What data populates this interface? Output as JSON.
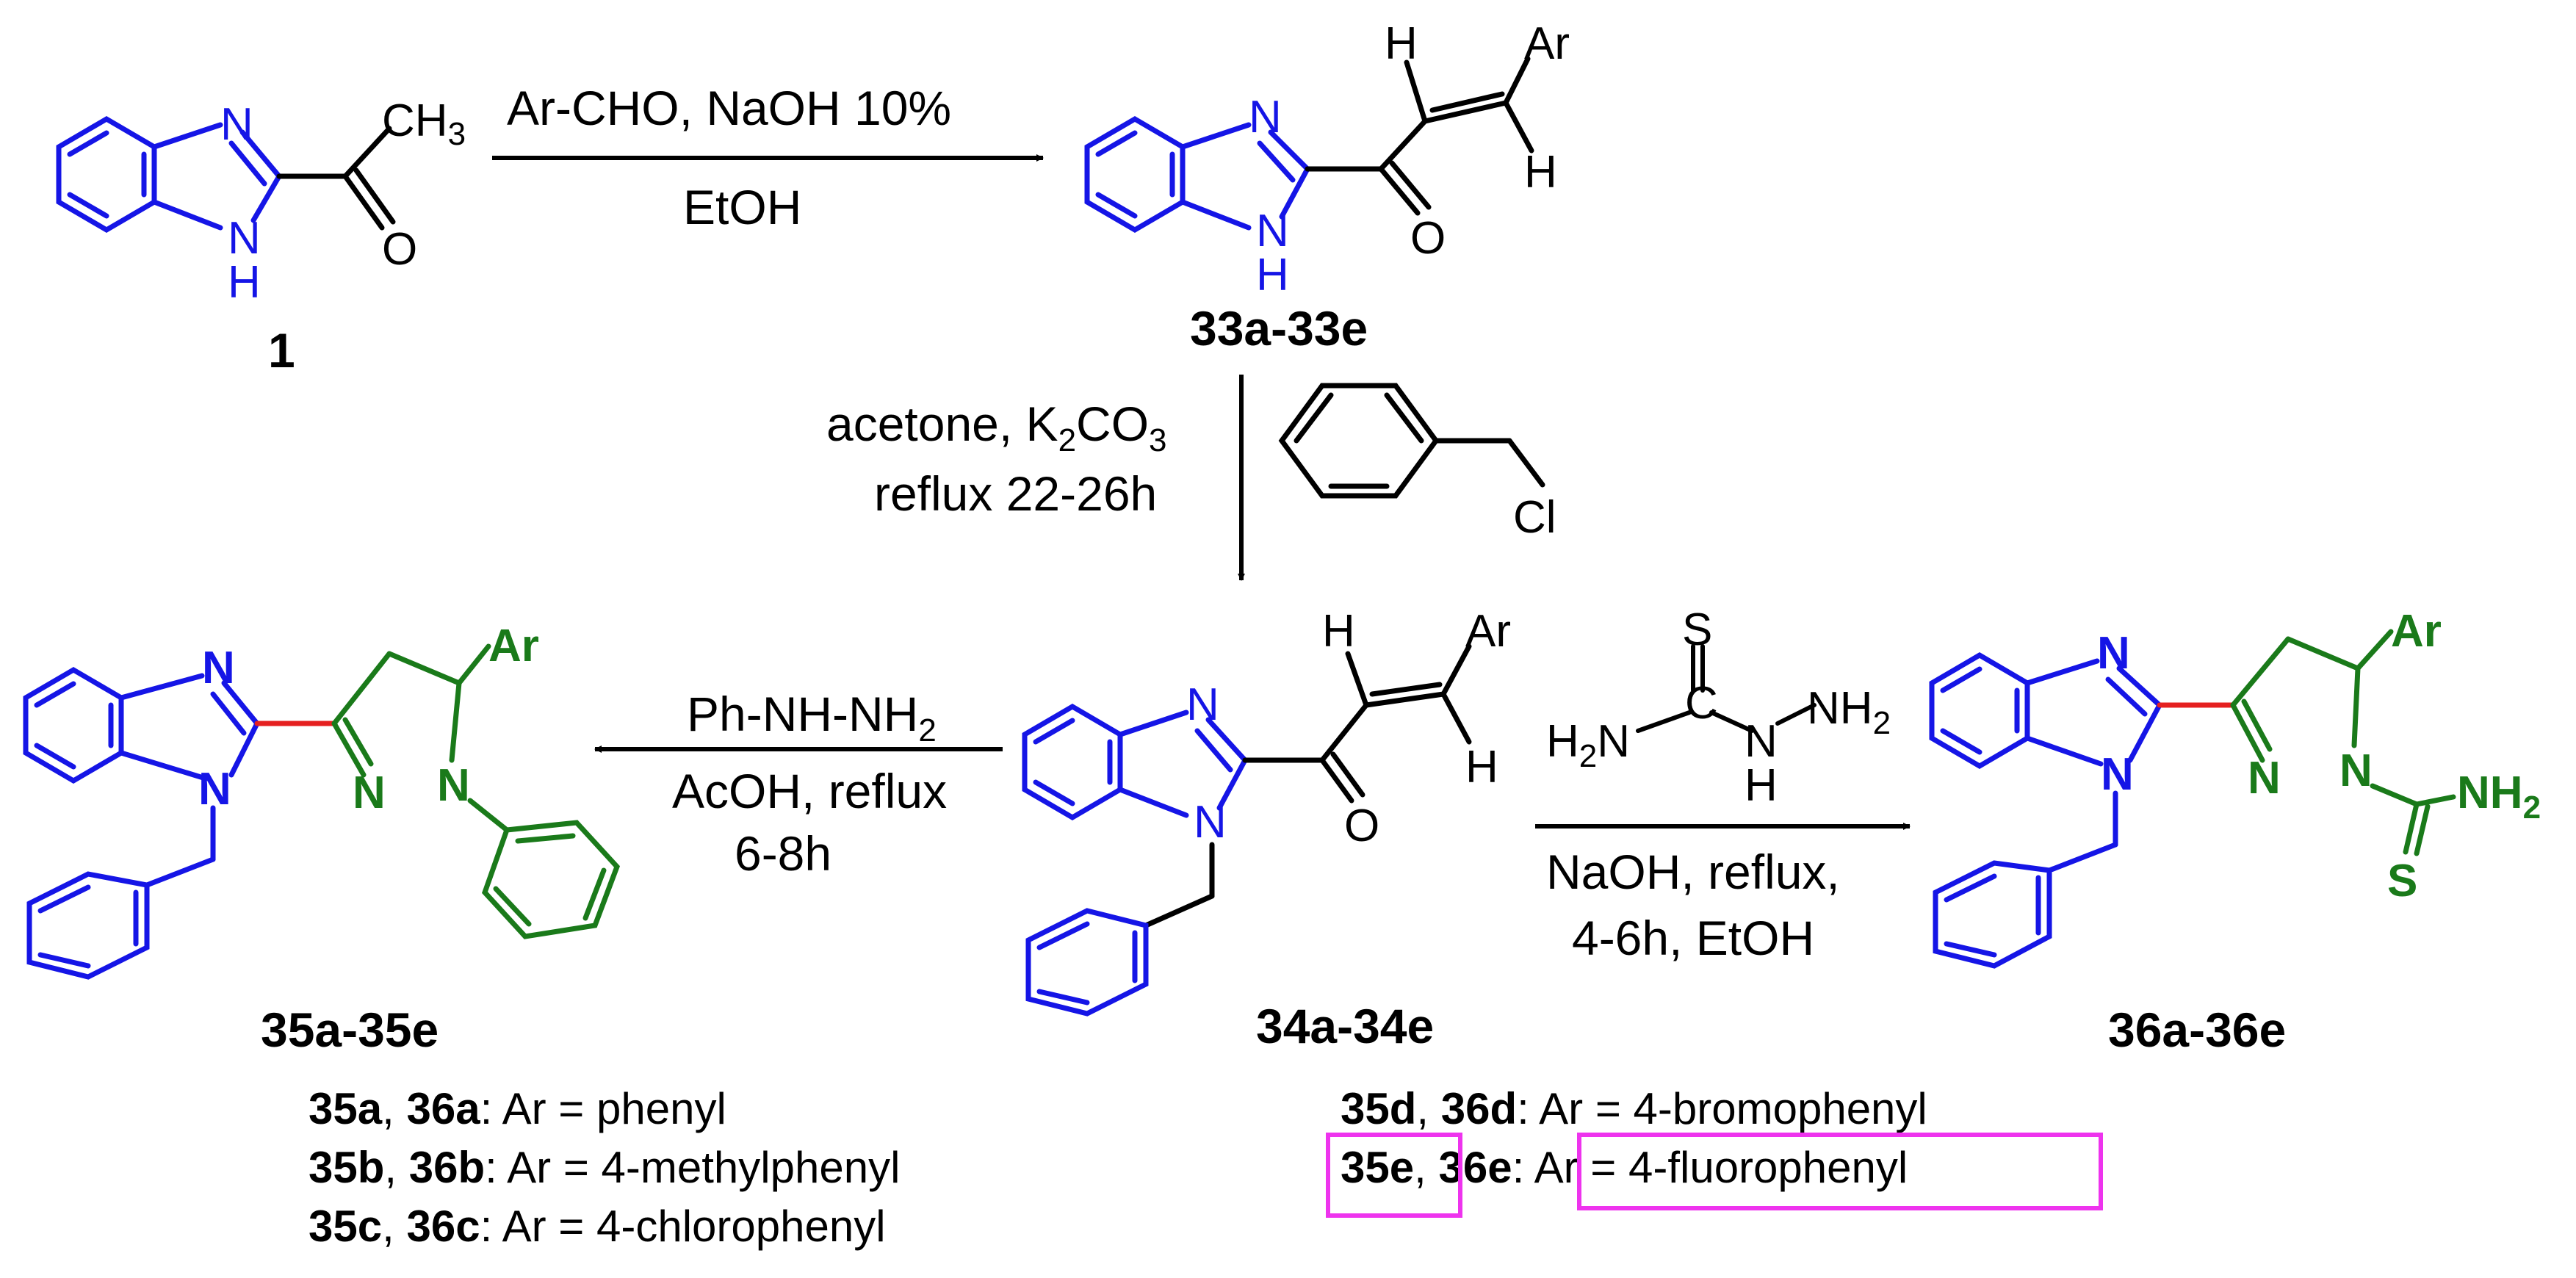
{
  "step1": {
    "reagent_top": "Ar-CHO, NaOH 10%",
    "reagent_bottom": "EtOH"
  },
  "step2": {
    "reagent_line1_pre": "acetone, K",
    "reagent_line1_sub1": "2",
    "reagent_line1_mid": "CO",
    "reagent_line1_sub2": "3",
    "reagent_line2": "reflux 22-26h",
    "benzyl_chloride_atom": "Cl"
  },
  "step3": {
    "reagent_line1_pre": "Ph-NH-NH",
    "reagent_line1_sub": "2",
    "reagent_line2": "AcOH, reflux",
    "reagent_line3": "6-8h"
  },
  "step4": {
    "thio_S": "S",
    "thio_H2N_pre": "H",
    "thio_H2N_sub": "2",
    "thio_H2N_post": "N",
    "thio_NH": "N",
    "thio_NH_H": "H",
    "thio_NH2_pre": "NH",
    "thio_NH2_sub": "2",
    "reagent_line1": "NaOH, reflux,",
    "reagent_line2": "4-6h, EtOH"
  },
  "compounds": {
    "c1": "1",
    "c33": "33a-33e",
    "c34": "34a-34e",
    "c35": "35a-35e",
    "c36": "36a-36e"
  },
  "atoms": {
    "N": "N",
    "H": "H",
    "O": "O",
    "S": "S",
    "Ar": "Ar",
    "CH": "CH",
    "CH_sub": "3",
    "NH_pre": "NH",
    "NH_sub": "2"
  },
  "legend": {
    "row1": {
      "a": "35a",
      "sep": ", ",
      "b": "36a",
      "text": ": Ar = phenyl"
    },
    "row2": {
      "a": "35b",
      "sep": ", ",
      "b": "36b",
      "text": ": Ar = 4-methylphenyl"
    },
    "row3": {
      "a": "35c",
      "sep": ", ",
      "b": "36c",
      "text": ":  Ar = 4-chlorophenyl"
    },
    "row4": {
      "a": "35d",
      "sep": ", ",
      "b": "36d",
      "text": ": Ar = 4-bromophenyl"
    },
    "row5": {
      "a": "35e",
      "sep": ", ",
      "b": "36e",
      "text": ":  Ar = 4-fluorophenyl"
    }
  },
  "colors": {
    "benzimidazole": "#1515e6",
    "new_ring": "#1a7a1a",
    "new_bond": "#e52020",
    "highlight": "#ee33ee"
  }
}
